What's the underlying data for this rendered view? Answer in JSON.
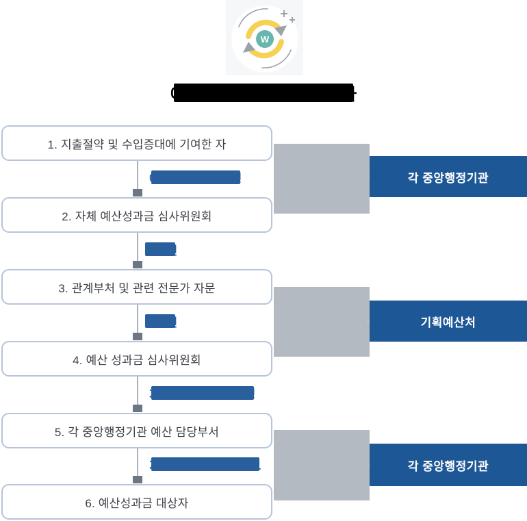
{
  "header": {
    "icon": {
      "name": "budget-cycle-icon",
      "center_letter": "W",
      "colors": {
        "arrow": "#f7d154",
        "center": "#68b7af",
        "outline": "#9aa2ab",
        "tile_bg": "#f6f7f9"
      }
    },
    "title": {
      "redacted": true,
      "visible_start": "예",
      "visible_end": "차",
      "bar_color": "#000000"
    }
  },
  "flow": {
    "boxes": [
      {
        "label": "1. 지출절약 및 수입증대에 기여한 자"
      },
      {
        "label": "2. 자체 예산성과금 심사위원회"
      },
      {
        "label": "3. 관계부처 및 관련 전문가 자문"
      },
      {
        "label": "4. 예산 성과금 심사위원회"
      },
      {
        "label": "5. 각 중앙행정기관 예산 담당부서"
      },
      {
        "label": "6. 예산성과금 대상자"
      }
    ],
    "arrows": [
      {
        "redacted": true,
        "start_fragment": "예",
        "end_fragment": "청"
      },
      {
        "redacted": true,
        "start_fragment": "1",
        "end_fragment": "천"
      },
      {
        "redacted": true,
        "start_fragment": "2",
        "end_fragment": "천"
      },
      {
        "redacted": true,
        "start_fragment": "지",
        "end_fragment": "정"
      },
      {
        "redacted": true,
        "start_fragment": "지",
        "end_fragment": "보"
      }
    ],
    "label_color": "#2a5f9e"
  },
  "right": {
    "groups": [
      {
        "agency": "각 중앙행정기관"
      },
      {
        "agency": "기획예산처"
      },
      {
        "agency": "각 중앙행정기관"
      }
    ],
    "colors": {
      "bracket_block": "#b4bac2",
      "agency_box": "#1e5795"
    }
  }
}
